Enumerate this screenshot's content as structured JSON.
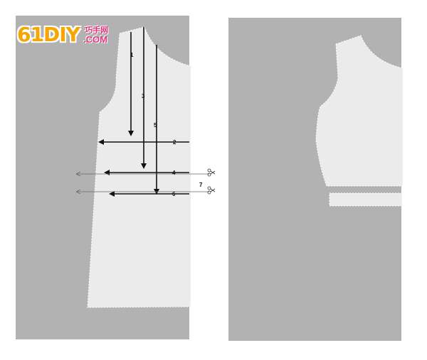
{
  "logo": {
    "main": "61DIY",
    "chinese": "巧手网",
    "domain": ".COM"
  },
  "labels": {
    "step1": "1",
    "step2": "2",
    "step3": "3",
    "step4": "4",
    "step5": "5",
    "step6": "6",
    "step7": "7"
  },
  "icons": {
    "scissors": "scissors-icon"
  },
  "colors": {
    "background_panel": "#b2b2b2",
    "pattern_fill": "#ebebeb",
    "arrow": "#111111",
    "thin_arrow": "#666666"
  }
}
